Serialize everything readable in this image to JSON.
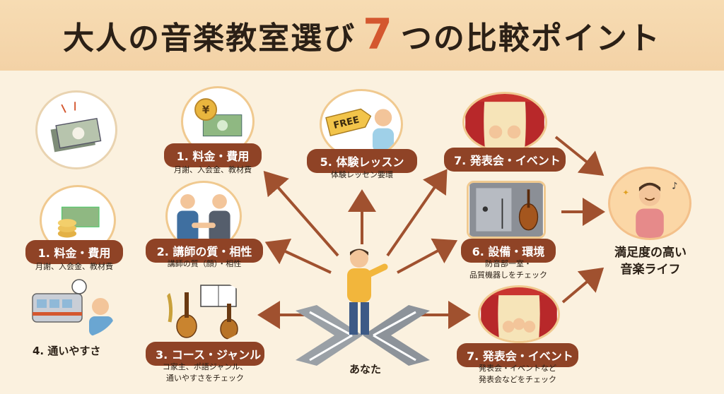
{
  "title": {
    "before": "大人の音楽教室選び",
    "number": "7",
    "after": "つの比較ポイント"
  },
  "cards": {
    "fee_top": {
      "label": "1. 料金・費用",
      "sub": "月謝、入会金、教材費",
      "icon_text": "¥"
    },
    "fee_left": {
      "label": "1. 料金・費用",
      "sub": "月謝、入会金、教材費"
    },
    "teacher": {
      "label": "2. 講師の質・相性",
      "sub": "講師の質（顔）・相性"
    },
    "course": {
      "label": "3. コース・ジャンル",
      "sub1": "コ家主、ポ語ジャンル、",
      "sub2": "通いやすさをチェック"
    },
    "access": {
      "label": "4. 通いやすさ"
    },
    "trial": {
      "label": "5. 体験レッスン",
      "sub": "体験レッセン要環",
      "tag": "FREE"
    },
    "facility": {
      "label": "6. 設備・環境",
      "sub1": "防音部一室・",
      "sub2": "品質機器しをチェック"
    },
    "event_top": {
      "label": "7. 発表会・イベント"
    },
    "event_bottom": {
      "label": "7. 発表会・イベント",
      "sub1": "発表会・イベントなど",
      "sub2": "発表会などをチェック"
    }
  },
  "center": {
    "label": "あなた"
  },
  "result": {
    "line1": "満足度の高い",
    "line2": "音楽ライフ"
  },
  "colors": {
    "accent": "#d4572f",
    "badge": "#8f4326",
    "arrow": "#a0512f",
    "ring": "#f0c98f"
  },
  "icons": [
    "money-icon",
    "yen-coin-icon",
    "handshake-icon",
    "guitar-icon",
    "train-icon",
    "free-tag-icon",
    "practice-room-icon",
    "stage-icon",
    "happy-person-icon"
  ]
}
